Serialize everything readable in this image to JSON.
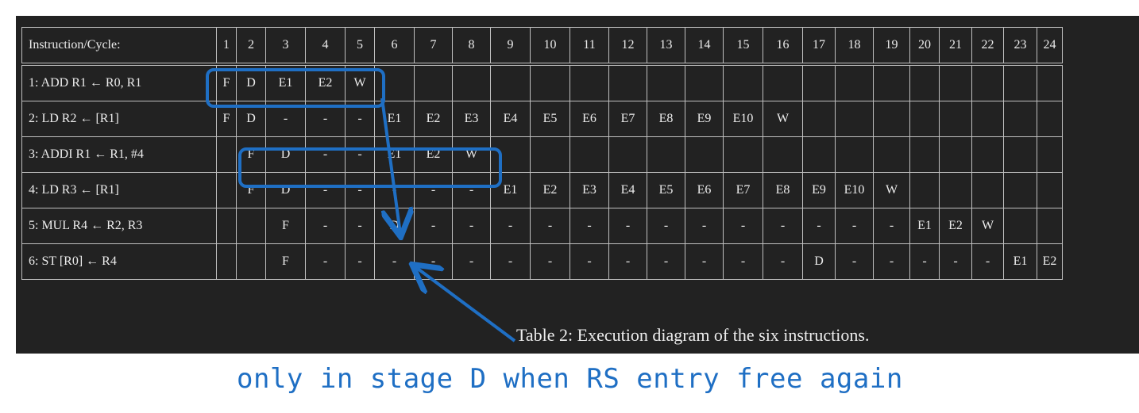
{
  "table": {
    "header": {
      "label": "Instruction/Cycle:",
      "cycles": [
        "1",
        "2",
        "3",
        "4",
        "5",
        "6",
        "7",
        "8",
        "9",
        "10",
        "11",
        "12",
        "13",
        "14",
        "15",
        "16",
        "17",
        "18",
        "19",
        "20",
        "21",
        "22",
        "23",
        "24"
      ]
    },
    "rows": [
      {
        "instruction": "1: ADD R1 ← R0, R1",
        "cells": [
          "F",
          "D",
          "E1",
          "E2",
          "W",
          "",
          "",
          "",
          "",
          "",
          "",
          "",
          "",
          "",
          "",
          "",
          "",
          "",
          "",
          "",
          "",
          "",
          "",
          ""
        ]
      },
      {
        "instruction": "2: LD R2 ← [R1]",
        "cells": [
          "F",
          "D",
          "-",
          "-",
          "-",
          "E1",
          "E2",
          "E3",
          "E4",
          "E5",
          "E6",
          "E7",
          "E8",
          "E9",
          "E10",
          "W",
          "",
          "",
          "",
          "",
          "",
          "",
          "",
          ""
        ]
      },
      {
        "instruction": "3: ADDI R1 ← R1, #4",
        "cells": [
          "",
          "F",
          "D",
          "-",
          "-",
          "E1",
          "E2",
          "W",
          "",
          "",
          "",
          "",
          "",
          "",
          "",
          "",
          "",
          "",
          "",
          "",
          "",
          "",
          "",
          ""
        ]
      },
      {
        "instruction": "4: LD R3 ← [R1]",
        "cells": [
          "",
          "F",
          "D",
          "-",
          "-",
          "-",
          "-",
          "-",
          "E1",
          "E2",
          "E3",
          "E4",
          "E5",
          "E6",
          "E7",
          "E8",
          "E9",
          "E10",
          "W",
          "",
          "",
          "",
          "",
          ""
        ]
      },
      {
        "instruction": "5: MUL R4 ← R2, R3",
        "cells": [
          "",
          "",
          "F",
          "-",
          "-",
          "D",
          "-",
          "-",
          "-",
          "-",
          "-",
          "-",
          "-",
          "-",
          "-",
          "-",
          "-",
          "-",
          "-",
          "E1",
          "E2",
          "W",
          "",
          ""
        ]
      },
      {
        "instruction": "6: ST [R0] ← R4",
        "cells": [
          "",
          "",
          "F",
          "-",
          "-",
          "-",
          "-",
          "-",
          "-",
          "-",
          "-",
          "-",
          "-",
          "-",
          "-",
          "-",
          "D",
          "-",
          "-",
          "-",
          "-",
          "-",
          "E1",
          "E2"
        ]
      }
    ]
  },
  "caption": "Table 2: Execution diagram of the six instructions.",
  "annotation": {
    "text": "only in stage D when RS entry free again",
    "color": "#1f6fc4"
  },
  "colors": {
    "panel_background": "#222222",
    "table_text": "#ececec",
    "grid_lines": "#bfbfbf",
    "annotation_blue": "#1f6fc4"
  }
}
